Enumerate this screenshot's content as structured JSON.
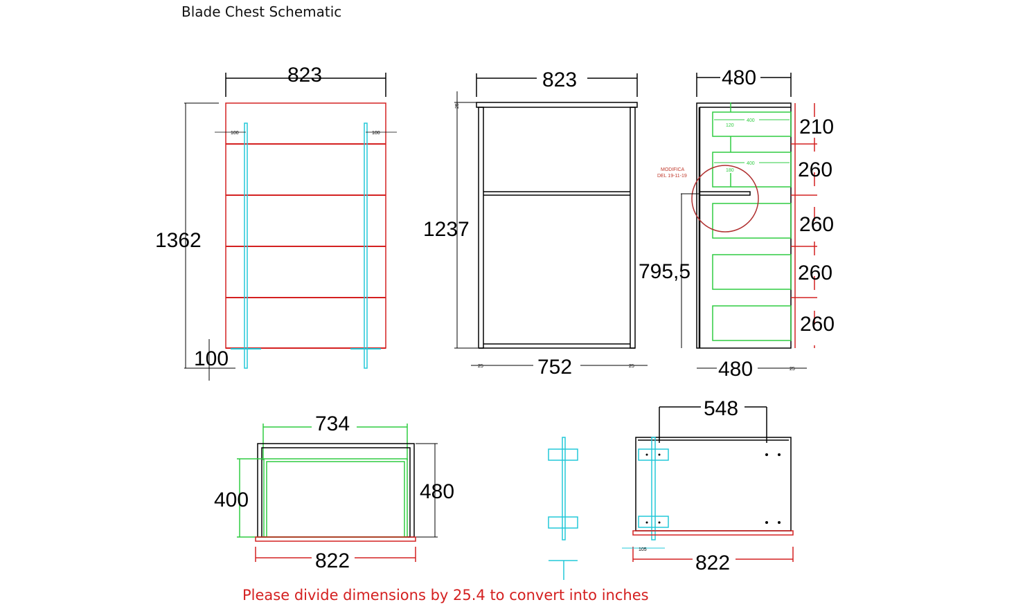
{
  "title": "Blade Chest Schematic",
  "note": "Please divide dimensions by 25.4 to convert into inches",
  "front_view": {
    "width": "823",
    "height": "1362",
    "base": "100",
    "left_offset": "100",
    "right_offset": "100"
  },
  "side_view": {
    "width": "823",
    "height": "1237",
    "inner_width": "752",
    "top_thickness": "25",
    "left_leg": "25",
    "right_leg": "25"
  },
  "depth_view": {
    "width_top": "480",
    "width_bottom": "480",
    "bracket_height": "795,5",
    "bottom_offset": "25",
    "shelf_spacings": [
      "210",
      "260",
      "260",
      "260",
      "260"
    ],
    "green_dims": {
      "depth1": "400",
      "gap1": "120",
      "depth2": "400",
      "gap2": "180"
    },
    "revision": [
      "MODIFICA",
      "DEL 19-11-19"
    ]
  },
  "drawer_view": {
    "inner_width": "734",
    "inner_height": "400",
    "height": "480",
    "width": "822"
  },
  "plan_view": {
    "hole_spacing": "548",
    "width": "822",
    "offset": "105"
  },
  "colors": {
    "frame": "#d42020",
    "rail": "#22c8d8",
    "drawer": "#2ecc40"
  }
}
